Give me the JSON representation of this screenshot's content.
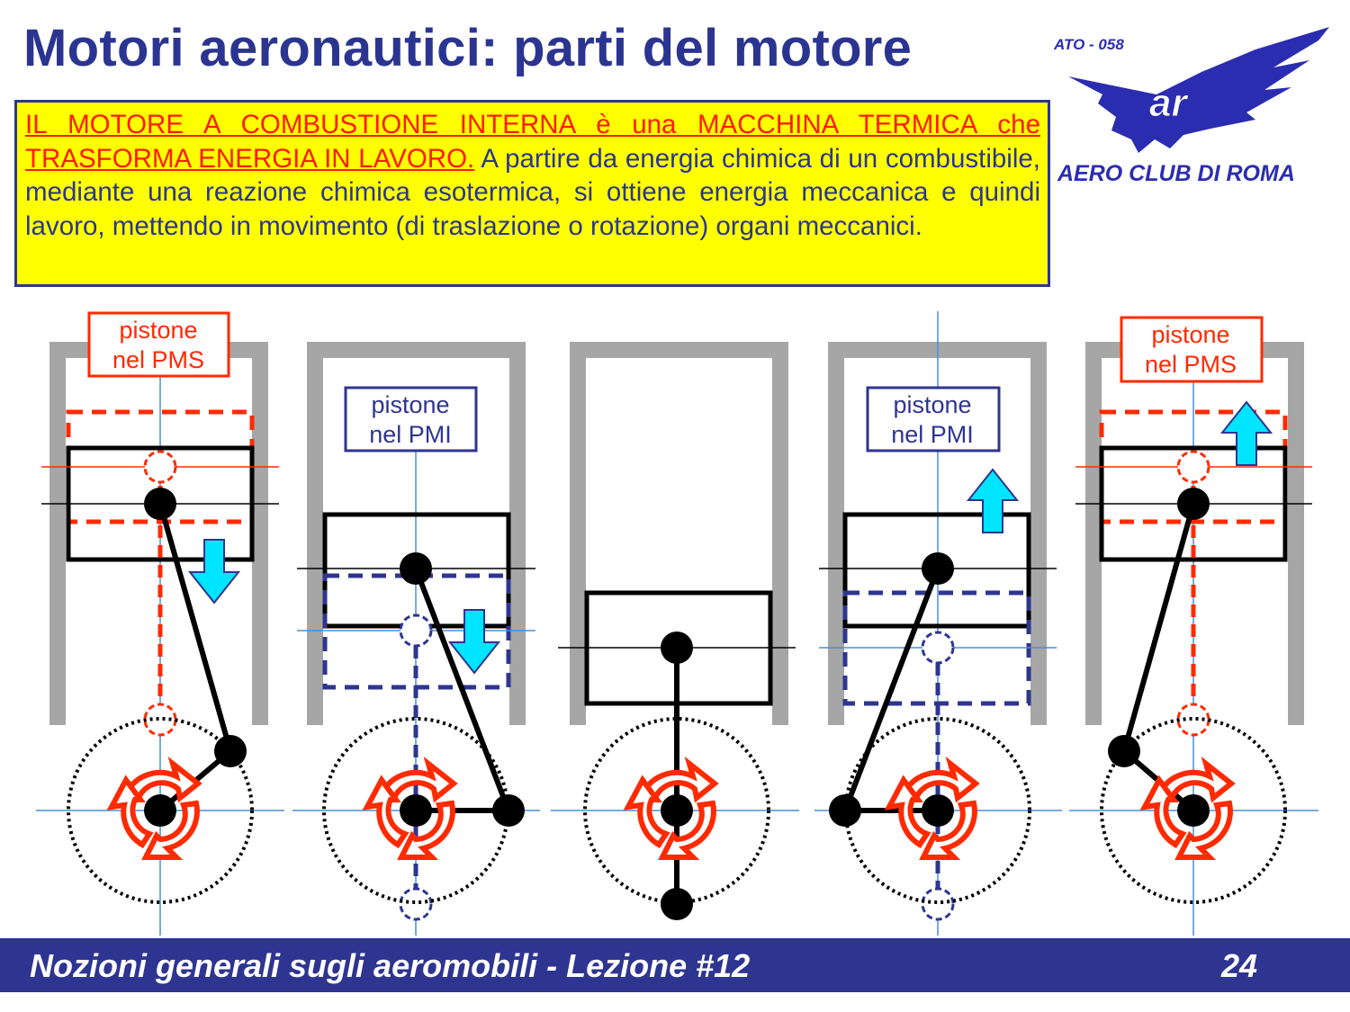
{
  "title": "Motori aeronautici: parti del motore",
  "intro": {
    "highlight": "IL MOTORE A COMBUSTIONE INTERNA è una MACCHINA TERMICA che TRASFORMA ENERGIA IN LAVORO.",
    "body": " A partire da energia chimica di un combustibile, mediante una reazione chimica esotermica, si ottiene energia meccanica e quindi lavoro, mettendo in movimento (di traslazione o rotazione) organi meccanici."
  },
  "logo": {
    "code": "ATO - 058",
    "name": "AERO CLUB DI ROMA",
    "monogram": "ar"
  },
  "panels": [
    {
      "label_line1": "pistone",
      "label_line2": "nel PMS",
      "arrow": "down"
    },
    {
      "label_line1": "pistone",
      "label_line2": "nel PMI",
      "arrow": "down"
    },
    {
      "arrow": "none"
    },
    {
      "label_line1": "pistone",
      "label_line2": "nel PMI",
      "arrow": "up"
    },
    {
      "label_line1": "pistone",
      "label_line2": "nel PMS",
      "arrow": "up"
    }
  ],
  "colors": {
    "brand": "#2e3590",
    "pms": "#ff2a00",
    "pmi": "#2e3590",
    "arrow": "#00e5ff",
    "wall": "#a6a6a6"
  },
  "footer": {
    "course": "Nozioni generali sugli aeromobili - Lezione #12",
    "page": "24"
  }
}
